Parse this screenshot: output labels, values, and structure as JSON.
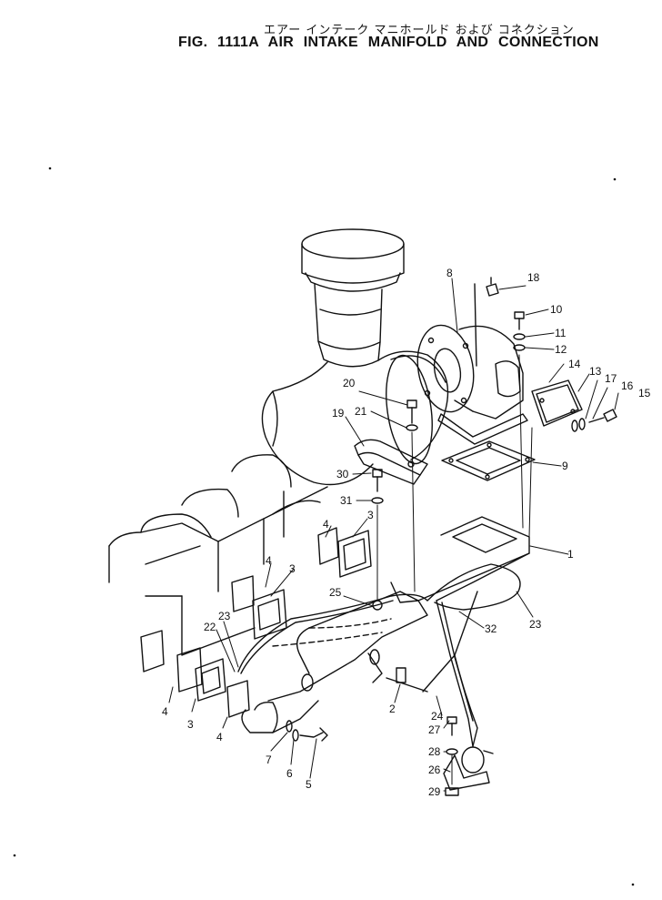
{
  "header": {
    "title_jp": "エアー インテーク マニホールド および コネクション",
    "title_en": "FIG. 1111A  AIR INTAKE MANIFOLD AND CONNECTION"
  },
  "callouts": [
    {
      "id": "c1",
      "text": "1"
    },
    {
      "id": "c2",
      "text": "2"
    },
    {
      "id": "c3a",
      "text": "3"
    },
    {
      "id": "c3b",
      "text": "3"
    },
    {
      "id": "c3c",
      "text": "3"
    },
    {
      "id": "c4a",
      "text": "4"
    },
    {
      "id": "c4b",
      "text": "4"
    },
    {
      "id": "c4c",
      "text": "4"
    },
    {
      "id": "c4d",
      "text": "4"
    },
    {
      "id": "c5",
      "text": "5"
    },
    {
      "id": "c6",
      "text": "6"
    },
    {
      "id": "c7",
      "text": "7"
    },
    {
      "id": "c8",
      "text": "8"
    },
    {
      "id": "c9",
      "text": "9"
    },
    {
      "id": "c10",
      "text": "10"
    },
    {
      "id": "c11",
      "text": "11"
    },
    {
      "id": "c12",
      "text": "12"
    },
    {
      "id": "c13",
      "text": "13"
    },
    {
      "id": "c14",
      "text": "14"
    },
    {
      "id": "c15",
      "text": "15"
    },
    {
      "id": "c16",
      "text": "16"
    },
    {
      "id": "c17",
      "text": "17"
    },
    {
      "id": "c18",
      "text": "18"
    },
    {
      "id": "c19",
      "text": "19"
    },
    {
      "id": "c20",
      "text": "20"
    },
    {
      "id": "c21",
      "text": "21"
    },
    {
      "id": "c22",
      "text": "22"
    },
    {
      "id": "c23a",
      "text": "23"
    },
    {
      "id": "c23b",
      "text": "23"
    },
    {
      "id": "c24",
      "text": "24"
    },
    {
      "id": "c25",
      "text": "25"
    },
    {
      "id": "c26",
      "text": "26"
    },
    {
      "id": "c27",
      "text": "27"
    },
    {
      "id": "c28",
      "text": "28"
    },
    {
      "id": "c29",
      "text": "29"
    },
    {
      "id": "c30",
      "text": "30"
    },
    {
      "id": "c31",
      "text": "31"
    },
    {
      "id": "c32",
      "text": "32"
    }
  ]
}
